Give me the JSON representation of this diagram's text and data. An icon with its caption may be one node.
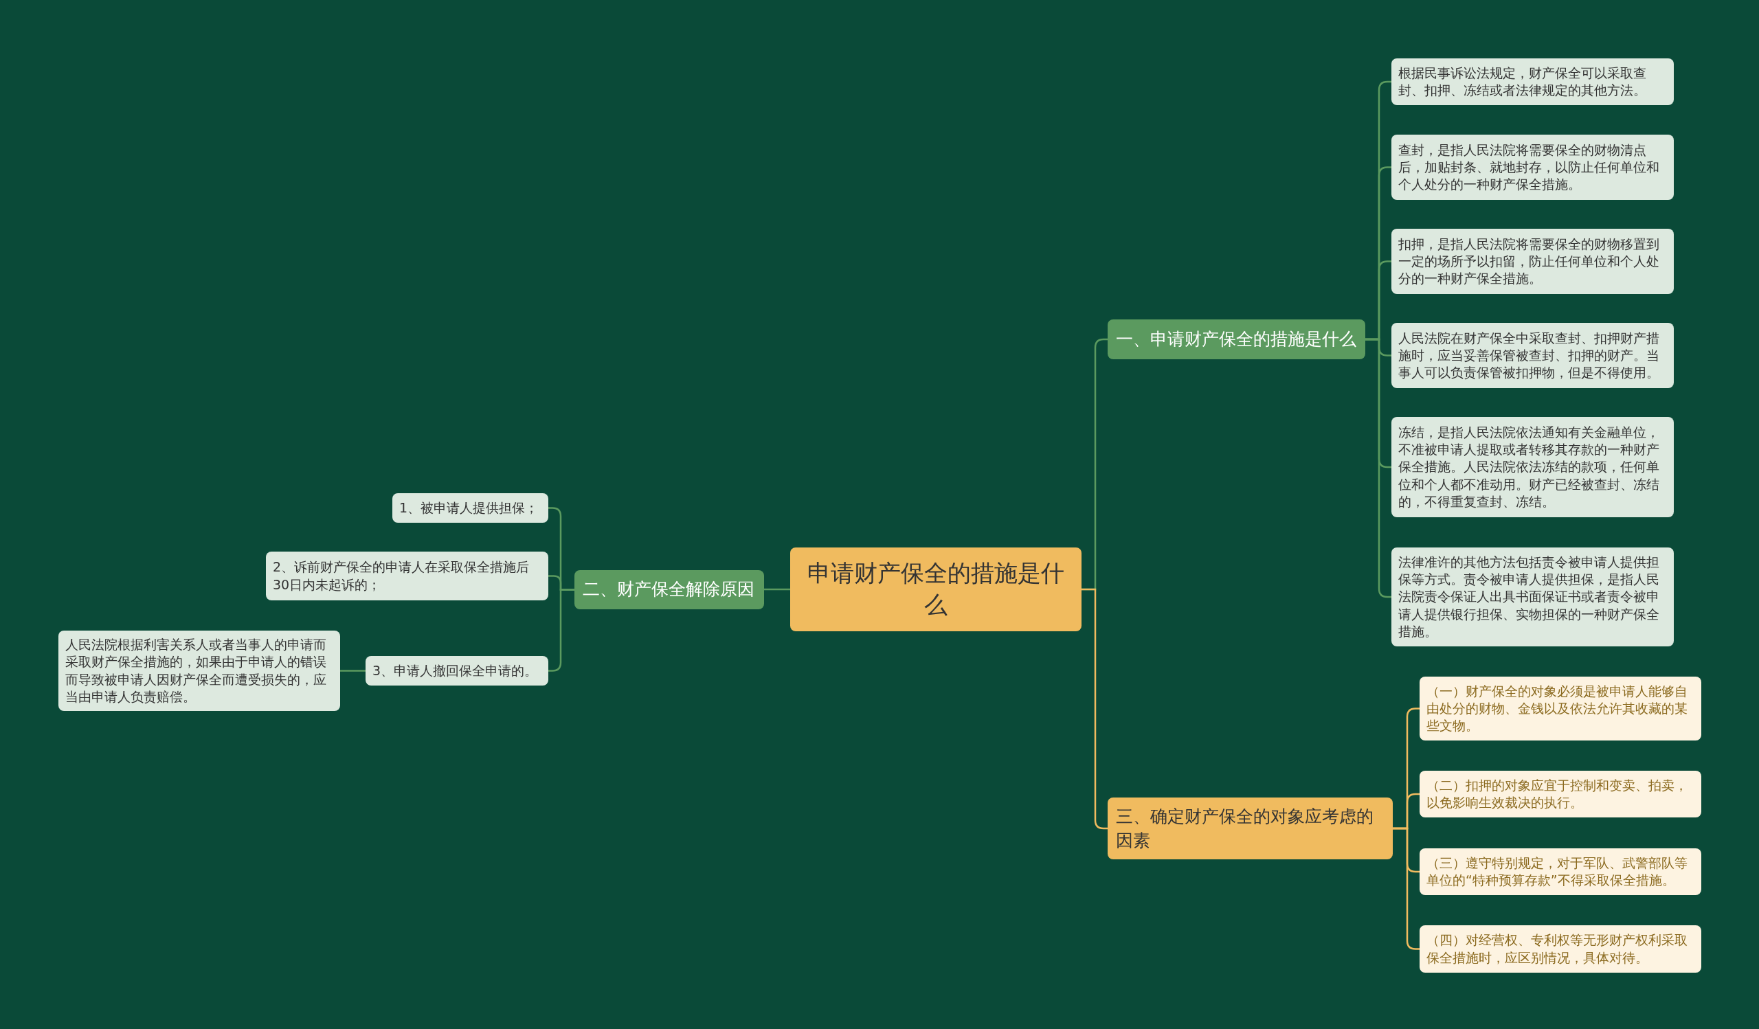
{
  "diagram": {
    "nodes": [
      {
        "text": [
          "申请财产保全的措施是什么"
        ]
      },
      {
        "text": [
          "一、申请财产保全的措施是什么"
        ]
      },
      {
        "text": [
          "根据民事诉讼法规定，财产保全可以采取查封、扣押、冻结或者法律规定的其他方法。"
        ]
      },
      {
        "text": [
          "查封，是指人民法院将需要保全的财物清点后，加贴封条、就地封存，以防止任何单位和个人处分的一种财产保全措施。"
        ]
      },
      {
        "text": [
          "扣押，是指人民法院将需要保全的财物移置到一定的场所予以扣留，防止任何单位和个人处分的一种财产保全措施。"
        ]
      },
      {
        "text": [
          "人民法院在财产保全中采取查封、扣押财产措施时，应当妥善保管被查封、扣押的财产。当事人可以负责保管被扣押物，但是不得使用。"
        ]
      },
      {
        "text": [
          "冻结，是指人民法院依法通知有关金融单位，不准被申请人提取或者转移其存款的一种财产保全措施。人民法院依法冻结的款项，任何单位和个人都不准动用。财产已经被查封、冻结的，不得重复查封、冻结。"
        ]
      },
      {
        "text": [
          "法律准许的其他方法包括责令被申请人提供担保等方式。责令被申请人提供担保，是指人民法院责令保证人出具书面保证书或者责令被申请人提供银行担保、实物担保的一种财产保全措施。"
        ]
      },
      {
        "text": [
          "二、财产保全解除原因"
        ]
      },
      {
        "text": [
          "1、被申请人提供担保；"
        ]
      },
      {
        "text": [
          "2、诉前财产保全的申请人在采取保全措施后30日内未起诉的；"
        ]
      },
      {
        "text": [
          "3、申请人撤回保全申请的。"
        ]
      },
      {
        "text": [
          "人民法院根据利害关系人或者当事人的申请而采取财产保全措施的，如果由于申请人的错误而导致被申请人因财产保全而遭受损失的，应当由申请人负责赔偿。"
        ]
      },
      {
        "text": [
          "三、确定财产保全的对象应考虑的因素"
        ]
      },
      {
        "text": [
          "（一）财产保全的对象必须是被申请人能够自由处分的财物、金钱以及依法允许其收藏的某些文物。"
        ]
      },
      {
        "text": [
          "（二）扣押的对象应宜于控制和变卖、拍卖，以免影响生效裁决的执行。"
        ]
      },
      {
        "text": [
          "（三）遵守特别规定，对于军队、武警部队等单位的“特种预算存款”不得采取保全措施。"
        ]
      },
      {
        "text": [
          "（四）对经营权、专利权等无形财产权利采取保全措施时，应区别情况，具体对待。"
        ]
      }
    ],
    "edges": [
      {
        "from": 0,
        "to": 1,
        "arrow": "none"
      },
      {
        "from": 1,
        "to": 2,
        "arrow": "none"
      },
      {
        "from": 1,
        "to": 3,
        "arrow": "none"
      },
      {
        "from": 1,
        "to": 4,
        "arrow": "none"
      },
      {
        "from": 1,
        "to": 5,
        "arrow": "none"
      },
      {
        "from": 1,
        "to": 6,
        "arrow": "none"
      },
      {
        "from": 1,
        "to": 7,
        "arrow": "none"
      },
      {
        "from": 0,
        "to": 8,
        "arrow": "none"
      },
      {
        "from": 8,
        "to": 9,
        "arrow": "none"
      },
      {
        "from": 8,
        "to": 10,
        "arrow": "none"
      },
      {
        "from": 8,
        "to": 11,
        "arrow": "none"
      },
      {
        "from": 11,
        "to": 12,
        "arrow": "none"
      },
      {
        "from": 0,
        "to": 13,
        "arrow": "none",
        "color": "#f0bb5f"
      },
      {
        "from": 13,
        "to": 14,
        "arrow": "none",
        "color": "#f0bb5f"
      },
      {
        "from": 13,
        "to": 15,
        "arrow": "none",
        "color": "#f0bb5f"
      },
      {
        "from": 13,
        "to": 16,
        "arrow": "none",
        "color": "#f0bb5f"
      },
      {
        "from": 13,
        "to": 17,
        "arrow": "none",
        "color": "#f0bb5f"
      }
    ]
  }
}
